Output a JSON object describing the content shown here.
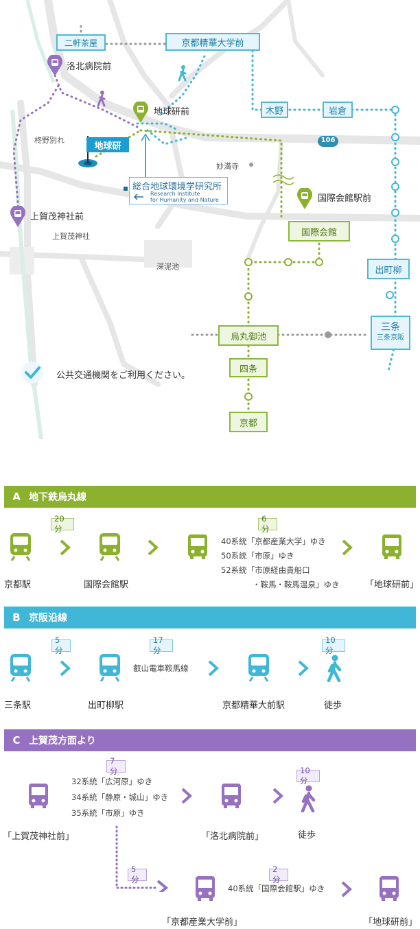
{
  "map": {
    "stations": {
      "nikenchaya": "二軒茶屋",
      "kyoto_seika": "京都精華大学前",
      "kino": "木野",
      "iwakura": "岩倉",
      "kokusaikaikan": "国際会館",
      "demachiyanagi": "出町柳",
      "sanjo": "三条",
      "sanjo_sub": "三条京阪",
      "karasuma_oike": "烏丸御池",
      "shijo": "四条",
      "kyoto": "京都"
    },
    "busstops": {
      "rakuhoku": "洛北病院前",
      "chikyuken_mae": "地球研前",
      "kamigamo": "上賀茂神社前",
      "kokusaikaikan_eki": "国際会館駅前"
    },
    "labels": {
      "hiiragino": "柊野別れ",
      "myomanji": "妙満寺",
      "kamigamo_jinja": "上賀茂神社",
      "fukadoroike": "深泥池",
      "route": "106"
    },
    "flag_label": "地球研",
    "institute_jp": "総合地球環境学研究所",
    "institute_en1": "Research Institute",
    "institute_en2": "for Humanity and Nature",
    "notice": "公共交通機関をご利用ください。"
  },
  "colors": {
    "green": "#8cb12e",
    "blue": "#40b7d6",
    "purple": "#9670c1"
  },
  "section_a": {
    "letter": "A",
    "title": "地下鉄烏丸線",
    "t1": "20分",
    "t2": "6分",
    "from": "京都駅",
    "via": "国際会館駅",
    "bus1": "40系統「京都産業大学」ゆき",
    "bus2": "50系統「市原」ゆき",
    "bus3": "52系統「市原経由貴船口",
    "bus4": "・鞍馬・鞍馬温泉」ゆき",
    "dest": "「地球研前」"
  },
  "section_b": {
    "letter": "B",
    "title": "京阪沿線",
    "t1": "5分",
    "t2": "17分",
    "t3": "10分",
    "from": "三条駅",
    "via": "出町柳駅",
    "line": "叡山電車鞍馬線",
    "via2": "京都精華大前駅",
    "walk": "徒歩"
  },
  "section_c": {
    "letter": "C",
    "title": "上賀茂方面より",
    "t1": "7分",
    "t2": "10分",
    "t3": "5分",
    "t4": "2分",
    "bus1": "32系統「広河原」ゆき",
    "bus2": "34系統「静原・城山」ゆき",
    "bus3": "35系統「市原」ゆき",
    "from": "「上賀茂神社前」",
    "via": "「洛北病院前」",
    "walk": "徒歩",
    "bus4": "40系統「国際会館駅」ゆき",
    "via2": "「京都産業大学前」",
    "dest": "「地球研前」"
  }
}
